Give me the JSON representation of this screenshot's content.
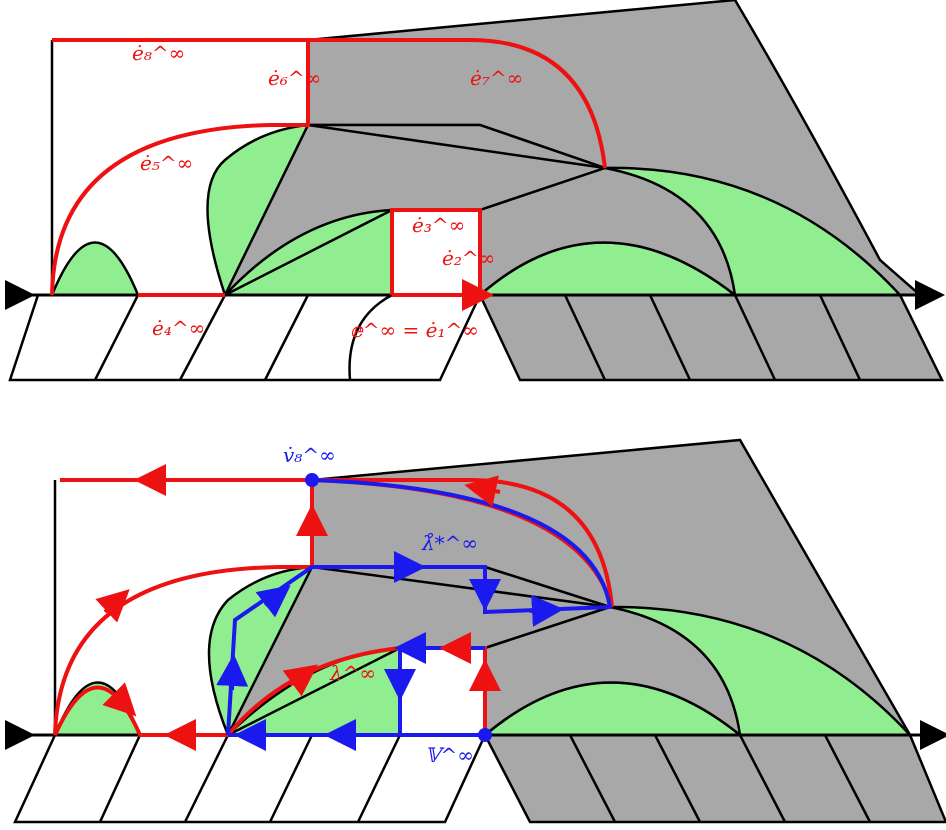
{
  "colors": {
    "red": "#ee1111",
    "blue": "#1a1aee",
    "green": "#90ee90",
    "gray": "#a8a8a8",
    "black": "#000000"
  },
  "top": {
    "labels": {
      "e1": "ė₁^∞",
      "e2": "ė₂^∞",
      "e3": "ė₃^∞",
      "e4": "ė₄^∞",
      "e5": "ė₅^∞",
      "e6": "ė₆^∞",
      "e7": "ė₇^∞",
      "e8": "ė₈^∞",
      "e_base": "𝕖^∞ = ė₁^∞"
    }
  },
  "bottom": {
    "labels": {
      "v8": "v̇₈^∞",
      "lambda_star": "λ̊*^∞",
      "lambda": "λ^∞",
      "V": "𝕍^∞"
    }
  }
}
